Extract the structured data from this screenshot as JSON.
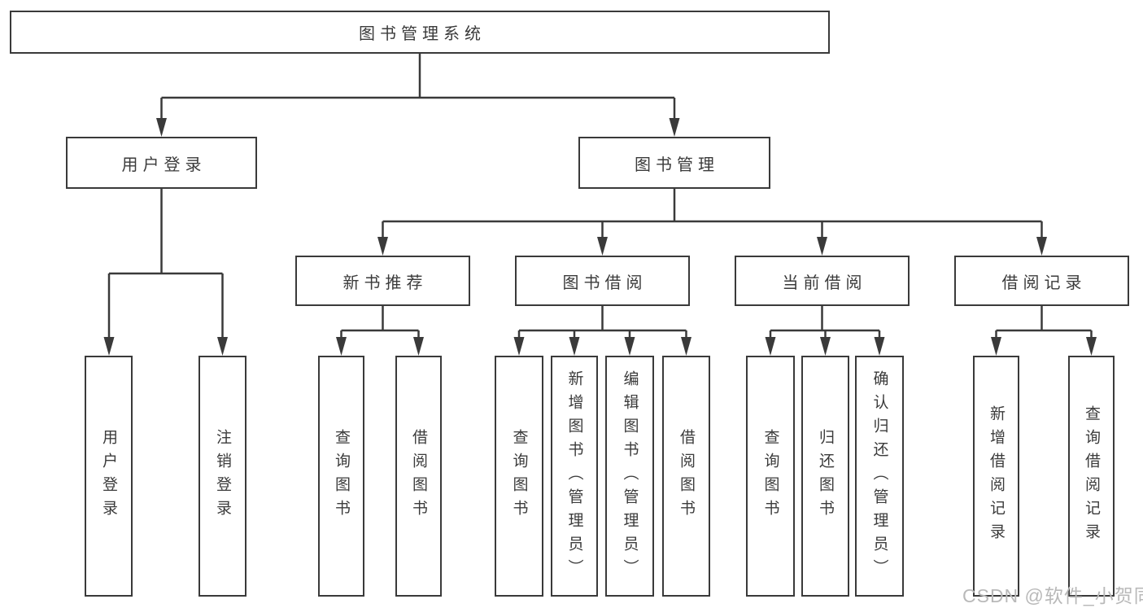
{
  "colors": {
    "line": "#3a3a3a",
    "text": "#3b3b3b",
    "box_background": "#ffffff",
    "page_background": "#ffffff",
    "watermark": "#b9b9b9"
  },
  "watermark": {
    "text": "CSDN @软件_小贺同学"
  },
  "tree": {
    "root": {
      "label": "图书管理系统"
    },
    "branches": [
      {
        "label": "用户登录",
        "children": [
          {
            "label": "用户登录"
          },
          {
            "label": "注销登录"
          }
        ]
      },
      {
        "label": "图书管理",
        "children": [
          {
            "label": "新书推荐",
            "children": [
              {
                "label": "查询图书"
              },
              {
                "label": "借阅图书"
              }
            ]
          },
          {
            "label": "图书借阅",
            "children": [
              {
                "label": "查询图书"
              },
              {
                "label": "新增图书（管理员）"
              },
              {
                "label": "编辑图书（管理员）"
              },
              {
                "label": "借阅图书"
              }
            ]
          },
          {
            "label": "当前借阅",
            "children": [
              {
                "label": "查询图书"
              },
              {
                "label": "归还图书"
              },
              {
                "label": "确认归还（管理员）"
              }
            ]
          },
          {
            "label": "借阅记录",
            "children": [
              {
                "label": "新增借阅记录"
              },
              {
                "label": "查询借阅记录"
              }
            ]
          }
        ]
      }
    ]
  }
}
